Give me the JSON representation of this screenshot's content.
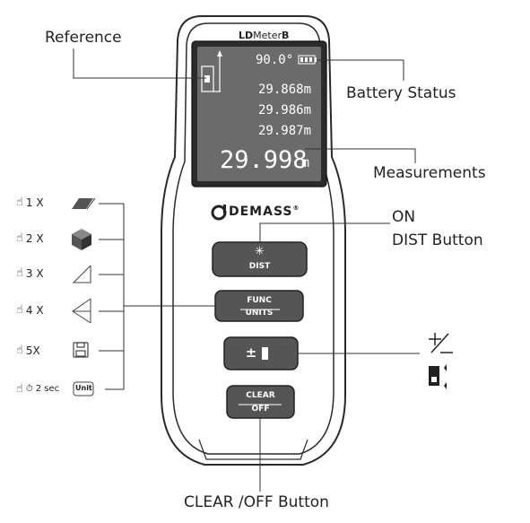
{
  "device": {
    "model_prefix": "LD",
    "model_mid": "Meter",
    "model_suffix": "B",
    "brand": "DEMASS",
    "registered": "®"
  },
  "display": {
    "angle": "90.0°",
    "readings": [
      "29.868m",
      "29.986m",
      "29.987m"
    ],
    "main_value": "29.998",
    "main_unit": "m"
  },
  "buttons": {
    "dist_label": "DIST",
    "dist_symbol": "✳",
    "func_label": "FUNC",
    "units_label": "UNITS",
    "plus_minus": "±",
    "clear_label": "CLEAR",
    "off_label": "OFF"
  },
  "callouts": {
    "reference": "Reference",
    "battery_status": "Battery Status",
    "measurements": "Measurements",
    "on_line1": "ON",
    "on_line2": "DIST Button",
    "clear_off": "CLEAR /OFF Button",
    "plus_minus_symbol": "+/−"
  },
  "modes": [
    {
      "hand": "☝",
      "count": "1 X",
      "icon": "single-distance-icon"
    },
    {
      "hand": "☝",
      "count": "2 X",
      "icon": "volume-box-icon"
    },
    {
      "hand": "☝",
      "count": "3 X",
      "icon": "pythagoras-triangle-icon"
    },
    {
      "hand": "☝",
      "count": "4 X",
      "icon": "double-pythagoras-icon"
    },
    {
      "hand": "☝",
      "count": "5X",
      "icon": "memory-floppy-icon"
    },
    {
      "hand": "☝",
      "count": "2 sec",
      "icon": "unit-icon",
      "badge": "Unit"
    }
  ]
}
